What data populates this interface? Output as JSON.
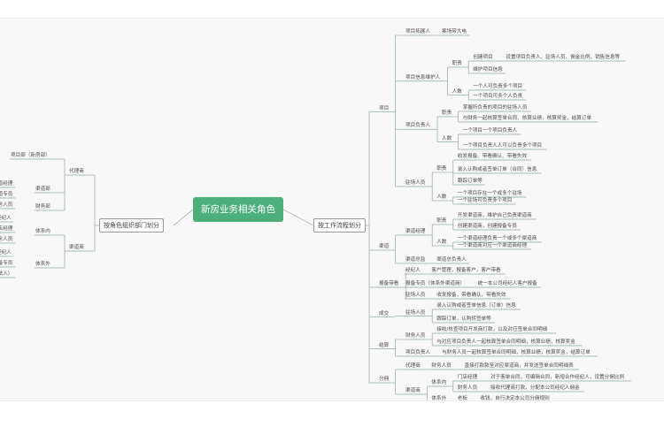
{
  "root": {
    "label": "新房业务相关角色"
  },
  "watermark": "",
  "left": {
    "branch": {
      "label": "按角色组织部门划分"
    },
    "groups": [
      {
        "label": "代理商",
        "children": [
          "项目部（新房部）",
          "渠道部",
          "财务部"
        ]
      },
      {
        "label": "渠道商",
        "children": [
          "体系内",
          "体系外"
        ]
      }
    ],
    "fragments": [
      "项目部（新房部）",
      "渠道经理",
      "渠道部",
      "渠道专员",
      "财务部",
      "财务人员",
      "经纪人",
      "门店经理",
      "体系内",
      "财务人员",
      "经纪人",
      "报备专员",
      "体系外",
      "（法人）"
    ]
  },
  "right": {
    "branch": {
      "label": "按工作流程划分"
    },
    "sections": [
      {
        "label": "项目",
        "items": [
          {
            "label": "项目拓展人",
            "children": [
              "案场带大电"
            ]
          },
          {
            "label": "项目信息维护人",
            "children": [
              {
                "label": "职责",
                "children": [
                  {
                    "label": "创建项目",
                    "detail": "设置项目负责人、驻场人员、佣金比例、销售信息等"
                  },
                  {
                    "label": "维护项目信息"
                  }
                ]
              },
              {
                "label": "人数",
                "children": [
                  "一个人可负责多个项目",
                  "一个项目可多个人负责"
                ]
              }
            ]
          },
          {
            "label": "项目负责人",
            "children": [
              {
                "label": "职责",
                "children": [
                  "掌握所负责的项目的驻场人员",
                  "与财务一起核算签单合同、核算业绩，核算奖金，结算订单"
                ]
              },
              {
                "label": "人数",
                "children": [
                  "一个项目一个项目负责人",
                  "一个项目负责人人可以负责多个项目"
                ]
              }
            ]
          },
          {
            "label": "驻场人员",
            "children": [
              {
                "label": "职责",
                "children": [
                  "收发报备、带看确认、带看失效",
                  "录入认购或者签单订单（合同）信息",
                  "跟踪订单等"
                ]
              },
              {
                "label": "人数",
                "children": [
                  "一个项目存在一个或多个驻场",
                  "一个驻场可负责多个项目"
                ]
              }
            ]
          }
        ]
      },
      {
        "label": "渠道",
        "items": [
          {
            "label": "渠道经理",
            "children": [
              {
                "label": "职责",
                "children": [
                  "开发渠道商，维护自己负责渠道商",
                  "创建渠道商，创建报备专员"
                ]
              },
              {
                "label": "人数",
                "children": [
                  "一个渠道经理负责一个或多个渠道商",
                  "一个渠道商对应一个渠道商经理"
                ]
              }
            ]
          },
          {
            "label": "渠道总监",
            "children": [
              "渠道总负责人"
            ]
          }
        ]
      },
      {
        "label": "报备带看",
        "items": [
          {
            "label": "经纪人",
            "children": [
              "客户管理，报备客户，客户带看"
            ]
          },
          {
            "label": "报备专员（体系外渠道商）",
            "children": [
              "统一本公司经纪人客户报备"
            ]
          },
          {
            "label": "驻场人员",
            "children": [
              "收发报备，带看确认，带看失效"
            ]
          }
        ]
      },
      {
        "label": "成交",
        "items": [
          {
            "label": "驻场人员",
            "children": [
              "录入认购或者签单信息（订单）信息",
              "跟踪订单，认购转签单等"
            ]
          }
        ]
      },
      {
        "label": "结算",
        "items": [
          {
            "label": "财务人员",
            "children": [
              "接收/核查项目开发商打款，以及对应签单合同明细",
              "与对应项目负责人一起核算签单合同明细，核算业绩，核算奖金"
            ]
          },
          {
            "label": "项目负责人",
            "children": [
              "与财务人员一起核算签单合同明细，核算业绩，核算奖金，结算订单"
            ]
          }
        ]
      },
      {
        "label": "分佣",
        "items": [
          {
            "label": "代理商",
            "children": [
              {
                "label": "财务人员",
                "detail": "直接打款款至对应渠道商，并发送签单合同明细表"
              }
            ]
          },
          {
            "label": "渠道商",
            "children": [
              {
                "label": "体系内",
                "children": [
                  {
                    "label": "门店经理",
                    "detail": "对于客单合同，可编辑合同，新增合作经纪人，设置分佣比例"
                  },
                  {
                    "label": "财务人员",
                    "detail": "接收代理商打款，分配本公司经纪人佣金"
                  }
                ]
              },
              {
                "label": "体系外",
                "children": [
                  {
                    "label": "老板",
                    "detail": "收钱，自行决定本公司分佣规则"
                  }
                ]
              }
            ]
          }
        ]
      }
    ]
  }
}
